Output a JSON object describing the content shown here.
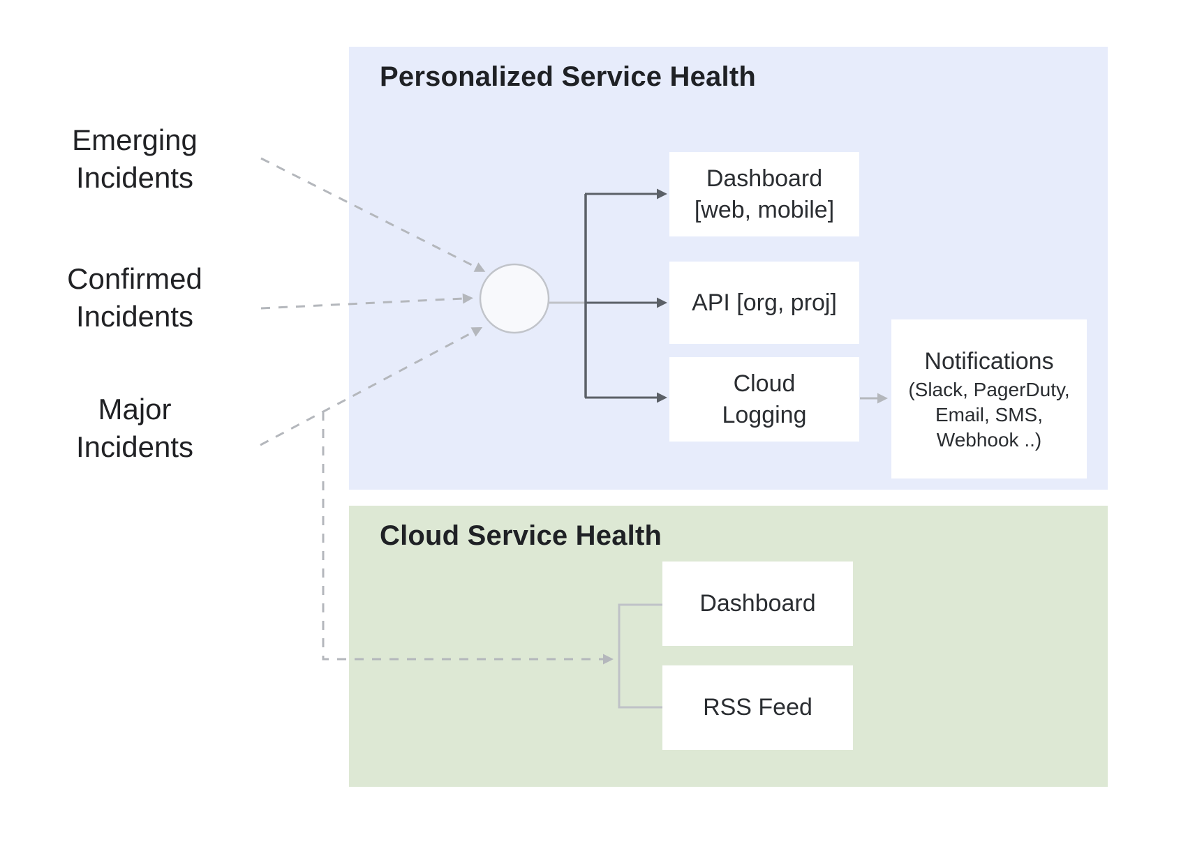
{
  "colors": {
    "personalized_panel_bg": "#e7ecfb",
    "cloud_panel_bg": "#dde8d4",
    "node_bg": "#ffffff",
    "dark_arrow": "#5b6067",
    "light_arrow": "#b4b7bc",
    "hub_fill": "#f8f9fc",
    "hub_stroke": "#c1c4ca",
    "text": "#202124"
  },
  "inputs": {
    "emerging": {
      "line1": "Emerging",
      "line2": "Incidents"
    },
    "confirmed": {
      "line1": "Confirmed",
      "line2": "Incidents"
    },
    "major": {
      "line1": "Major",
      "line2": "Incidents"
    }
  },
  "personalized": {
    "title": "Personalized Service Health",
    "dashboard": {
      "line1": "Dashboard",
      "line2": "[web, mobile]"
    },
    "api": {
      "label": "API [org, proj]"
    },
    "cloud_logging": {
      "line1": "Cloud",
      "line2": "Logging"
    },
    "notifications": {
      "title": "Notifications",
      "sub1": "(Slack, PagerDuty,",
      "sub2": "Email, SMS,",
      "sub3": "Webhook ..)"
    }
  },
  "cloud": {
    "title": "Cloud Service Health",
    "dashboard": {
      "label": "Dashboard"
    },
    "rss_feed": {
      "label": "RSS Feed"
    }
  }
}
